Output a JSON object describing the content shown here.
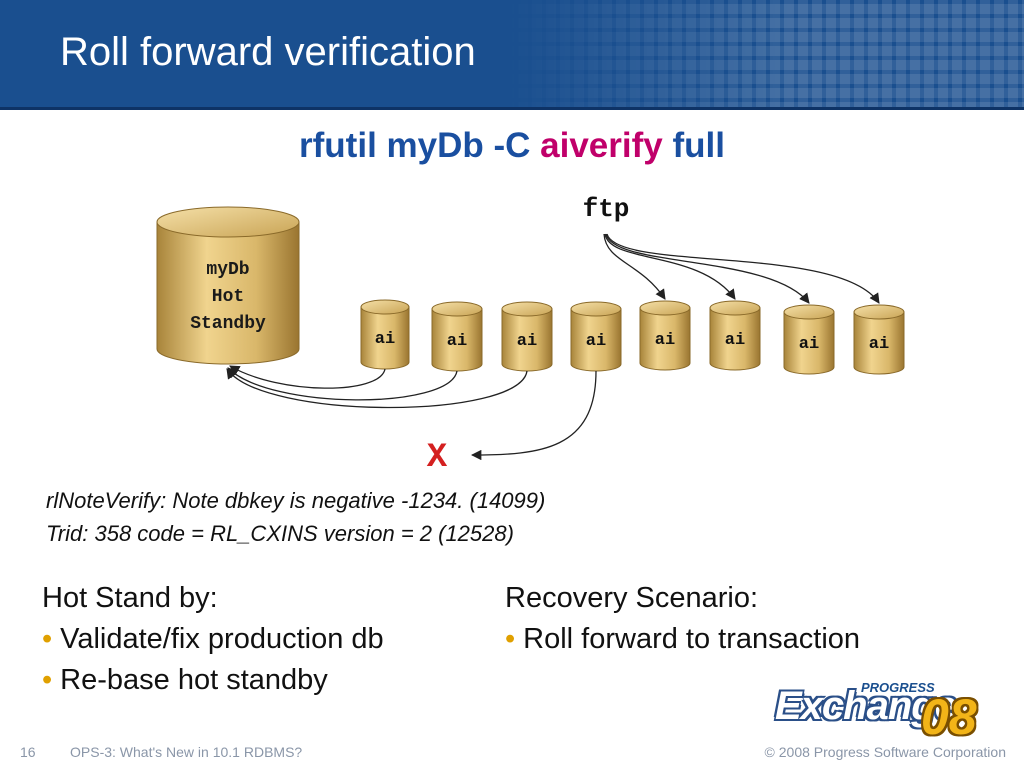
{
  "slide": {
    "title": "Roll forward verification",
    "command": {
      "part1": "rfutil myDb -C ",
      "highlight": "aiverify",
      "part2": " full"
    }
  },
  "diagram": {
    "ftp_label": "ftp",
    "db_label": [
      "myDb",
      "Hot",
      "Standby"
    ],
    "ai_label": "ai",
    "ai_count": 8,
    "error_mark": "X"
  },
  "error_note": {
    "line1": "rlNoteVerify: Note dbkey is negative  -1234. (14099)",
    "line2": "Trid: 358 code = RL_CXINS version = 2 (12528)"
  },
  "left_column": {
    "heading": "Hot Stand by:",
    "bullets": [
      "Validate/fix production db",
      "Re-base hot standby"
    ]
  },
  "right_column": {
    "heading": "Recovery Scenario:",
    "bullets": [
      "Roll forward to transaction"
    ]
  },
  "footer": {
    "page": "16",
    "session": "OPS-3: What's New in 10.1 RDBMS?",
    "copyright": "© 2008 Progress Software Corporation"
  },
  "logo": {
    "brand": "PROGRESS",
    "word": "Exchange",
    "year": "08"
  },
  "colors": {
    "header": "#1a4f8f",
    "command": "#1a4fa0",
    "highlight": "#c0006a",
    "error": "#d42020",
    "bullet": "#e0a000",
    "cylinder": "#d9b76a"
  }
}
